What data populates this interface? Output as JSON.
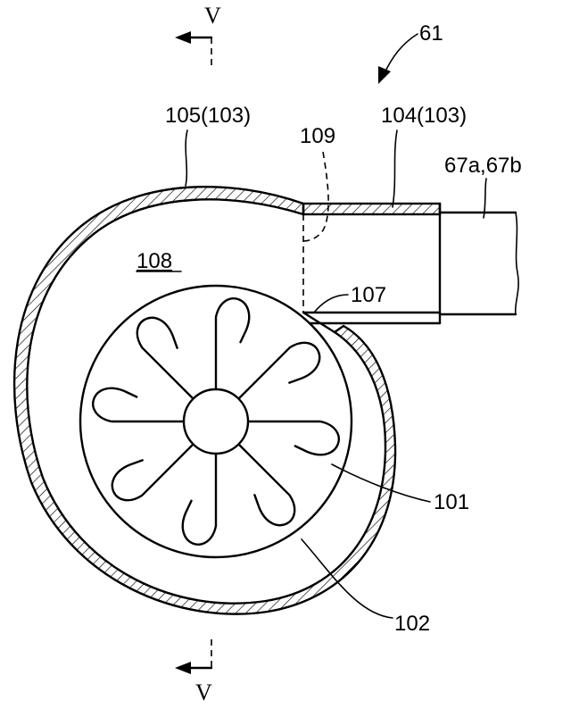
{
  "figure": {
    "ref_numeral": "61",
    "section_marker_top": "V",
    "section_marker_bottom": "V",
    "labels": {
      "scroll_casing": "105(103)",
      "outlet_duct": "104(103)",
      "dashed_region": "109",
      "connected_pipe": "67a,67b",
      "scroll_chamber": "108",
      "tongue": "107",
      "fan": "101",
      "fan_rim": "102"
    }
  }
}
